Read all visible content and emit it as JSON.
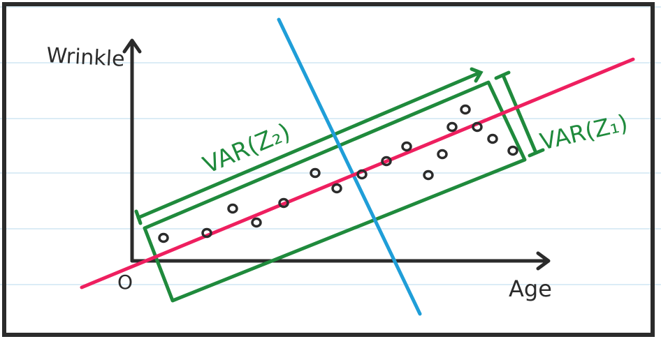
{
  "colors": {
    "background": "#ffffff",
    "ruled_line": "#cfe6f3",
    "ink": "#2b2b2b",
    "principal_axis": "#ee1f5f",
    "second_axis": "#1f9ed8",
    "variance_box": "#1f8a3c"
  },
  "labels": {
    "y_axis": "Wrinkle",
    "x_axis": "Age",
    "origin": "O",
    "var_z2": "VAR(Z₂)",
    "var_z1": "VAR(Z₁)"
  }
}
